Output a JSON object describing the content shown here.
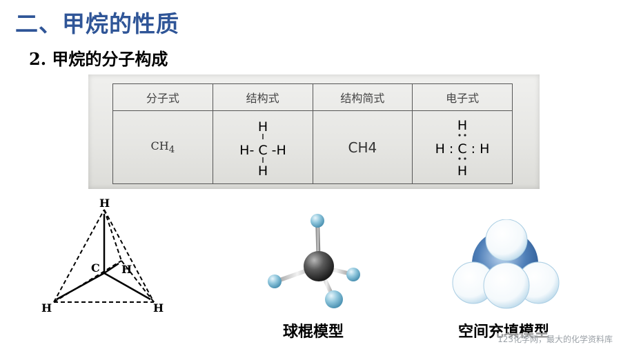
{
  "title": "二、甲烷的性质",
  "subtitle": "2. 甲烷的分子构成",
  "formula_table": {
    "headers": [
      "分子式",
      "结构式",
      "结构简式",
      "电子式"
    ],
    "molecular_formula_main": "CH",
    "molecular_formula_sub": "4",
    "structural_formula": {
      "top": "H",
      "row": "H- C -H",
      "bottom": "H"
    },
    "condensed_formula": "CH4",
    "electron_formula": {
      "top": "H",
      "row": "H : C : H",
      "bottom": "H"
    }
  },
  "tetrahedron": {
    "top": "H",
    "center_c": "C",
    "center_h": "H",
    "bottom_left": "H",
    "bottom_right": "H"
  },
  "captions": {
    "ball_stick": "球棍模型",
    "space_filling": "空间充填模型"
  },
  "watermark": "123化学网，最大的化学资料库",
  "colors": {
    "title": "#2f5597",
    "carbon_ball": "#5a5a5a",
    "hydrogen_ball": "#8fc6dc",
    "space_fill_carbon": "#4f7fb8"
  }
}
